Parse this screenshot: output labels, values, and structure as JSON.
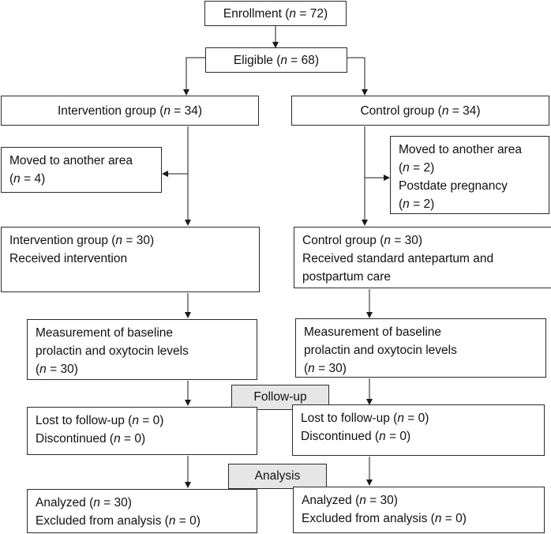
{
  "nodes": {
    "enrollment": {
      "lines": [
        {
          "pre": "Enrollment (",
          "n": "n",
          "post": " = 72)"
        }
      ]
    },
    "eligible": {
      "lines": [
        {
          "pre": "Eligible (",
          "n": "n",
          "post": " = 68)"
        }
      ]
    },
    "int_group": {
      "lines": [
        {
          "pre": "Intervention group (",
          "n": "n",
          "post": " = 34)"
        }
      ]
    },
    "ctl_group": {
      "lines": [
        {
          "pre": "Control group (",
          "n": "n",
          "post": " = 34)"
        }
      ]
    },
    "int_excluded": {
      "lines": [
        {
          "pre": "Moved to another area",
          "n": "",
          "post": ""
        },
        {
          "pre": "(",
          "n": "n",
          "post": " = 4)"
        }
      ]
    },
    "ctl_excluded": {
      "lines": [
        {
          "pre": "Moved to another area",
          "n": "",
          "post": ""
        },
        {
          "pre": "(",
          "n": "n",
          "post": " = 2)"
        },
        {
          "pre": "Postdate pregnancy",
          "n": "",
          "post": ""
        },
        {
          "pre": "(",
          "n": "n",
          "post": " = 2)"
        }
      ]
    },
    "int_allocated": {
      "lines": [
        {
          "pre": "Intervention group (",
          "n": "n",
          "post": " = 30)"
        },
        {
          "pre": "Received intervention",
          "n": "",
          "post": ""
        }
      ]
    },
    "ctl_allocated": {
      "lines": [
        {
          "pre": "Control group (",
          "n": "n",
          "post": " = 30)"
        },
        {
          "pre": "Received standard antepartum and",
          "n": "",
          "post": ""
        },
        {
          "pre": "postpartum care",
          "n": "",
          "post": ""
        }
      ]
    },
    "int_baseline": {
      "lines": [
        {
          "pre": "Measurement of baseline",
          "n": "",
          "post": ""
        },
        {
          "pre": "prolactin and oxytocin levels",
          "n": "",
          "post": ""
        },
        {
          "pre": "(",
          "n": "n",
          "post": " = 30)"
        }
      ]
    },
    "ctl_baseline": {
      "lines": [
        {
          "pre": "Measurement of baseline",
          "n": "",
          "post": ""
        },
        {
          "pre": "prolactin and oxytocin levels",
          "n": "",
          "post": ""
        },
        {
          "pre": "(",
          "n": "n",
          "post": " = 30)"
        }
      ]
    },
    "int_followup": {
      "lines": [
        {
          "pre": "Lost to follow-up (",
          "n": "n",
          "post": " = 0)"
        },
        {
          "pre": "Discontinued (",
          "n": "n",
          "post": " = 0)"
        }
      ]
    },
    "ctl_followup": {
      "lines": [
        {
          "pre": "Lost to follow-up (",
          "n": "n",
          "post": " = 0)"
        },
        {
          "pre": "Discontinued (",
          "n": "n",
          "post": " = 0)"
        }
      ]
    },
    "int_analysis": {
      "lines": [
        {
          "pre": "Analyzed (",
          "n": "n",
          "post": " = 30)"
        },
        {
          "pre": "Excluded from analysis (",
          "n": "n",
          "post": " = 0)"
        }
      ]
    },
    "ctl_analysis": {
      "lines": [
        {
          "pre": "Analyzed (",
          "n": "n",
          "post": " = 30)"
        },
        {
          "pre": "Excluded from analysis (",
          "n": "n",
          "post": " = 0)"
        }
      ]
    }
  },
  "stages": {
    "followup": "Follow-up",
    "analysis": "Analysis"
  },
  "colors": {
    "border": "#2b2b2b",
    "stage_fill": "#e6e6e6",
    "arrow": "#1a1a1a"
  }
}
